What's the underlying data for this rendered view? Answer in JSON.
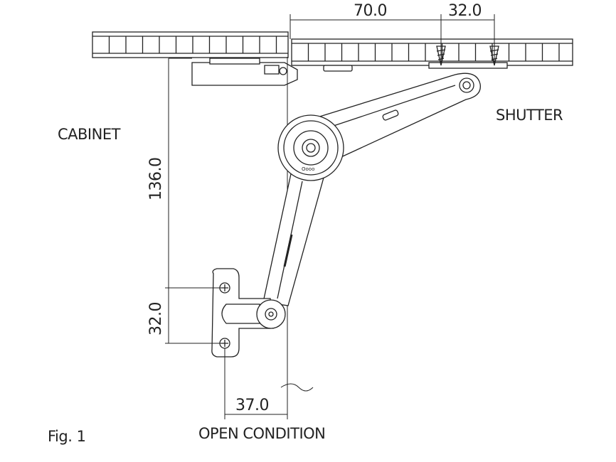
{
  "figure": {
    "caption": "Fig. 1",
    "condition": "OPEN CONDITION",
    "labels": {
      "cabinet": "CABINET",
      "shutter": "SHUTTER"
    },
    "dimensions": {
      "shutter_offset": "70.0",
      "screw_spacing_shutter": "32.0",
      "height": "136.0",
      "screw_spacing_base": "32.0",
      "base_offset": "37.0"
    },
    "colors": {
      "line": "#222222",
      "fill": "#ffffff"
    }
  }
}
